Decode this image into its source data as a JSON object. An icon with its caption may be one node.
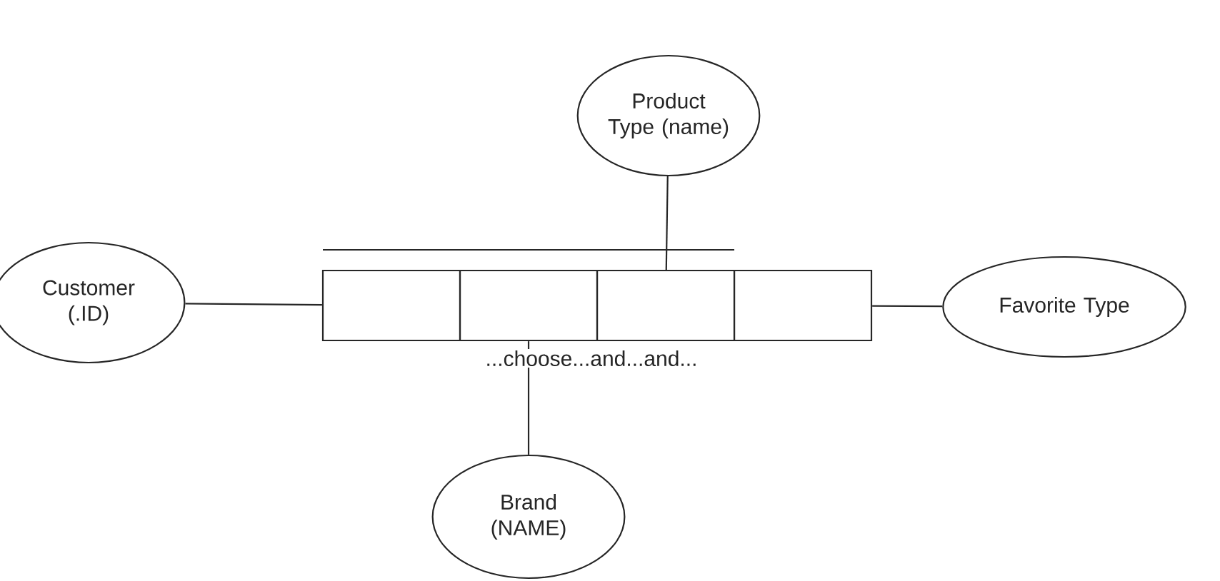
{
  "diagram": {
    "nodes": [
      {
        "text": [
          "Product Type (name)"
        ]
      },
      {
        "text": [
          "Customer (.ID)"
        ]
      },
      {
        "text": [],
        "shape": "box"
      },
      {
        "text": [],
        "shape": "box"
      },
      {
        "text": [],
        "shape": "box"
      },
      {
        "text": [],
        "shape": "box"
      },
      {
        "text": [
          "Favorite Type"
        ]
      },
      {
        "text": [
          "Brand (NAME)"
        ]
      }
    ],
    "edges": [
      {
        "from": 0,
        "to": 4,
        "arrow": "none"
      },
      {
        "from": 1,
        "to": 2,
        "arrow": "none"
      },
      {
        "from": 5,
        "to": 6,
        "arrow": "none"
      },
      {
        "from": 3,
        "to": 7,
        "arrow": "none"
      }
    ],
    "labels": [
      "...choose...and...and..."
    ]
  }
}
